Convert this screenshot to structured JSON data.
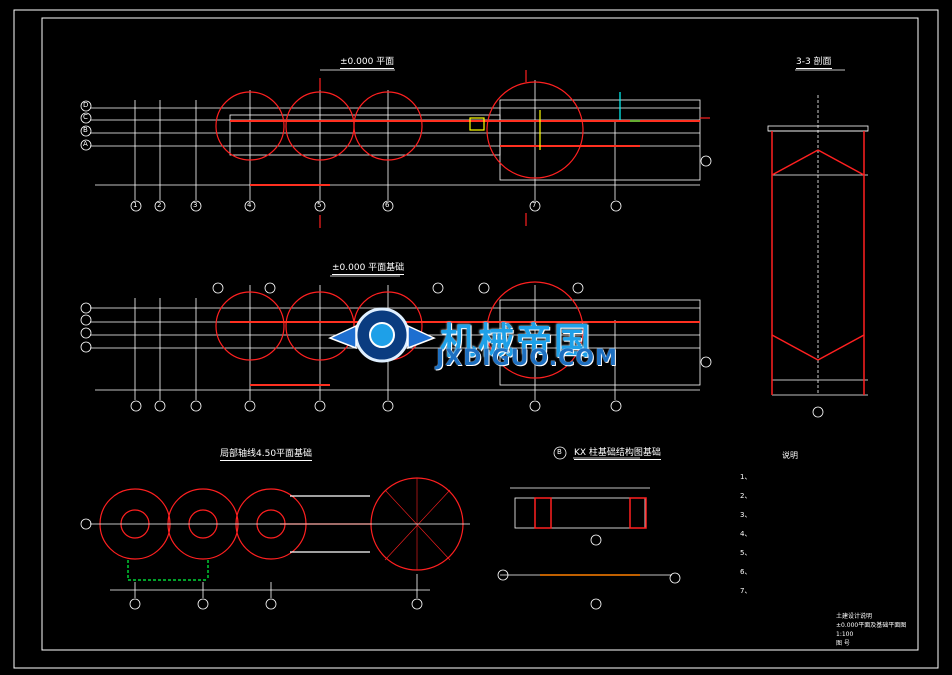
{
  "drawing": {
    "views": [
      {
        "id": "plan-0000",
        "title": "±0.000 平面"
      },
      {
        "id": "plan-0000-foundation",
        "title": "±0.000 平面基础"
      },
      {
        "id": "section-3-3",
        "title": "3-3 剖面"
      },
      {
        "id": "plan-level50",
        "title": "局部轴线4.50平面基础"
      },
      {
        "id": "detail-b",
        "title": "KX 柱基础结构图基础",
        "bubble": "B"
      }
    ],
    "axis_labels": [
      "1",
      "2",
      "3",
      "4",
      "5",
      "6",
      "7",
      "A",
      "B",
      "C",
      "D"
    ],
    "notes": {
      "heading": "说明",
      "items": [
        "1、",
        "2、",
        "3、",
        "4、",
        "5、",
        "6、",
        "7、"
      ]
    },
    "title_block": {
      "line1": "土建设计说明",
      "line2": "±0.000平面及基础平面图",
      "line3": "1:100",
      "line4": "图 号"
    },
    "colors": {
      "line": "#ffffff",
      "circle": "#ff2020",
      "beam": "#ff3020",
      "green": "#00ff40",
      "yellow": "#ffff00",
      "cyan": "#00ffff",
      "orange": "#ff8000"
    }
  },
  "watermark": {
    "brand": "机械帝国",
    "url": "JXDIGUO.COM"
  }
}
